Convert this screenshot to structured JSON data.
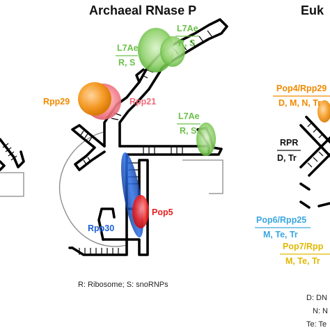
{
  "title_archaeal": "Archaeal RNase P",
  "title_eukaryotic": "Euk",
  "colors": {
    "green": "#6cc04a",
    "orange": "#f08a00",
    "pink": "#f06a7a",
    "blue": "#1e5fd6",
    "red": "#e81c1c",
    "cyan": "#3aa6e0",
    "yellow": "#e0b800",
    "black": "#000000"
  },
  "archaeal": {
    "l7ae_top_left": {
      "name": "L7Ae",
      "sub": "R, S"
    },
    "l7ae_top_right": {
      "name": "L7Ae",
      "sub": "R, S"
    },
    "l7ae_right": {
      "name": "L7Ae",
      "sub": "R, S"
    },
    "rpp29": "Rpp29",
    "rpp21": "Rpp21",
    "pop5": "Pop5",
    "rpp30": "Rpp30"
  },
  "eukaryotic": {
    "pop4": {
      "name": "Pop4/Rpp29",
      "sub": "D, M, N, Tr"
    },
    "rpr": {
      "name": "RPR",
      "sub": "D, Tr"
    },
    "pop6": {
      "name": "Pop6/Rpp25",
      "sub": "M, Te, Tr"
    },
    "pop7": {
      "name": "Pop7/Rpp",
      "sub": "M, Te, Tr"
    },
    "legend_d": "D: DN",
    "legend_n": "N: N",
    "legend_te": "Te: Te"
  },
  "footnote": "R: Ribosome; S: snoRNPs"
}
